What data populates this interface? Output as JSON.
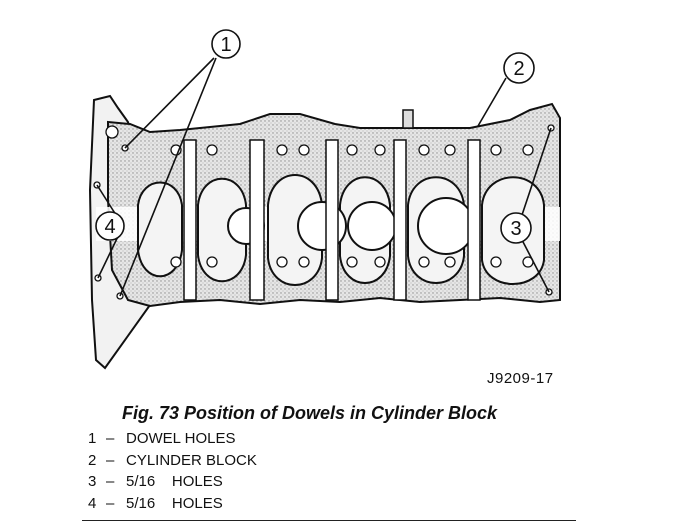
{
  "figure": {
    "code": "J9209-17",
    "caption": "Fig. 73 Position of Dowels in Cylinder Block"
  },
  "callouts": [
    "1",
    "2",
    "3",
    "4"
  ],
  "legend": [
    {
      "num": "1",
      "dash": "–",
      "text": "DOWEL HOLES"
    },
    {
      "num": "2",
      "dash": "–",
      "text": "CYLINDER BLOCK"
    },
    {
      "num": "3",
      "dash": "–",
      "text": "5/16    HOLES"
    },
    {
      "num": "4",
      "dash": "–",
      "text": "5/16    HOLES"
    }
  ]
}
